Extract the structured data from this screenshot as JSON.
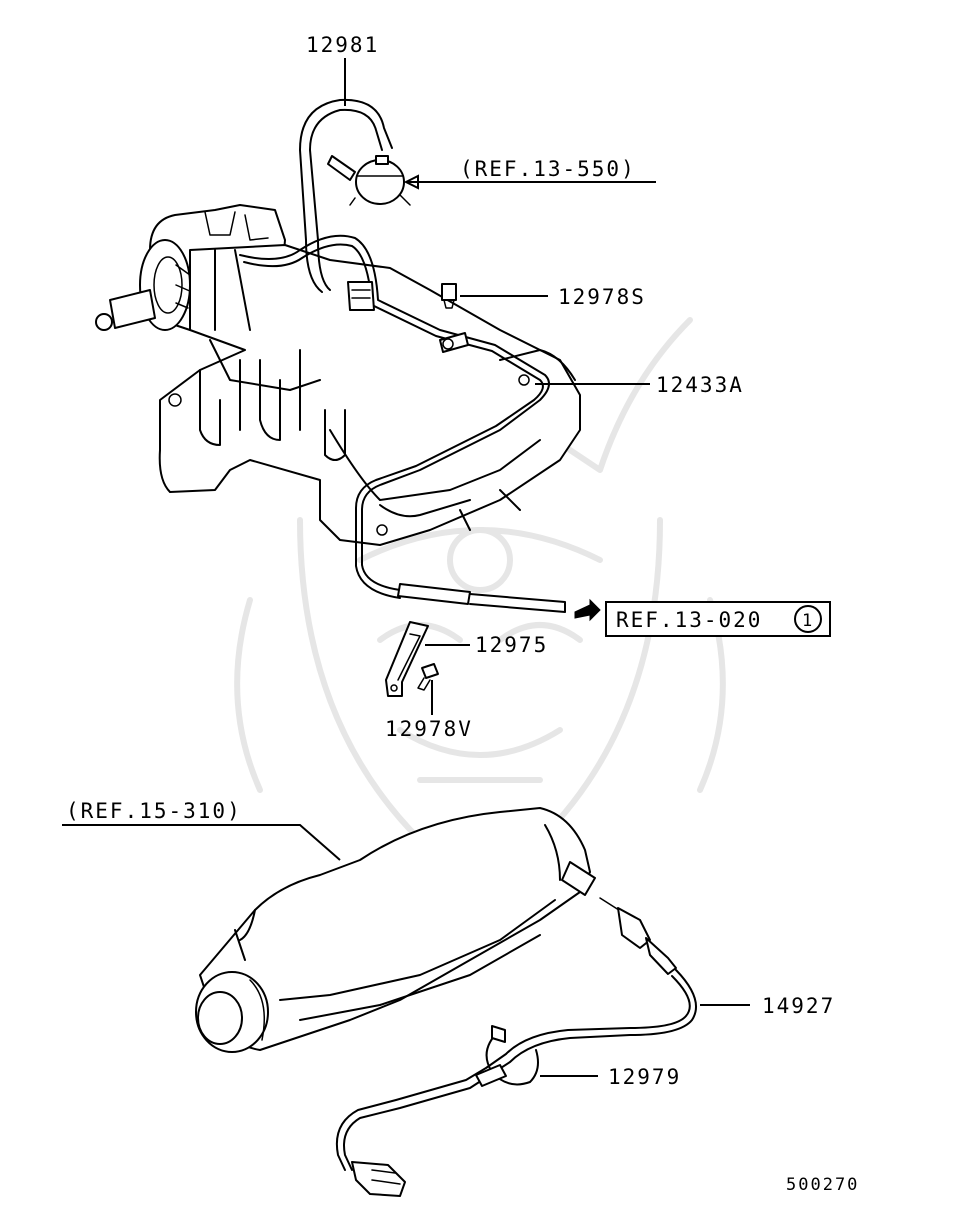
{
  "diagram": {
    "callouts": [
      {
        "id": "12981",
        "label": "12981"
      },
      {
        "id": "ref-13-550",
        "label": "(REF.13-550)"
      },
      {
        "id": "12978S",
        "label": "12978S"
      },
      {
        "id": "12433A",
        "label": "12433A"
      },
      {
        "id": "ref-13-020",
        "label": "REF.13-020",
        "circled": "1"
      },
      {
        "id": "12975",
        "label": "12975"
      },
      {
        "id": "12978V",
        "label": "12978V"
      },
      {
        "id": "ref-15-310",
        "label": "(REF.15-310)"
      },
      {
        "id": "14927",
        "label": "14927"
      },
      {
        "id": "12979",
        "label": "12979"
      }
    ],
    "drawing_number": "500270"
  }
}
